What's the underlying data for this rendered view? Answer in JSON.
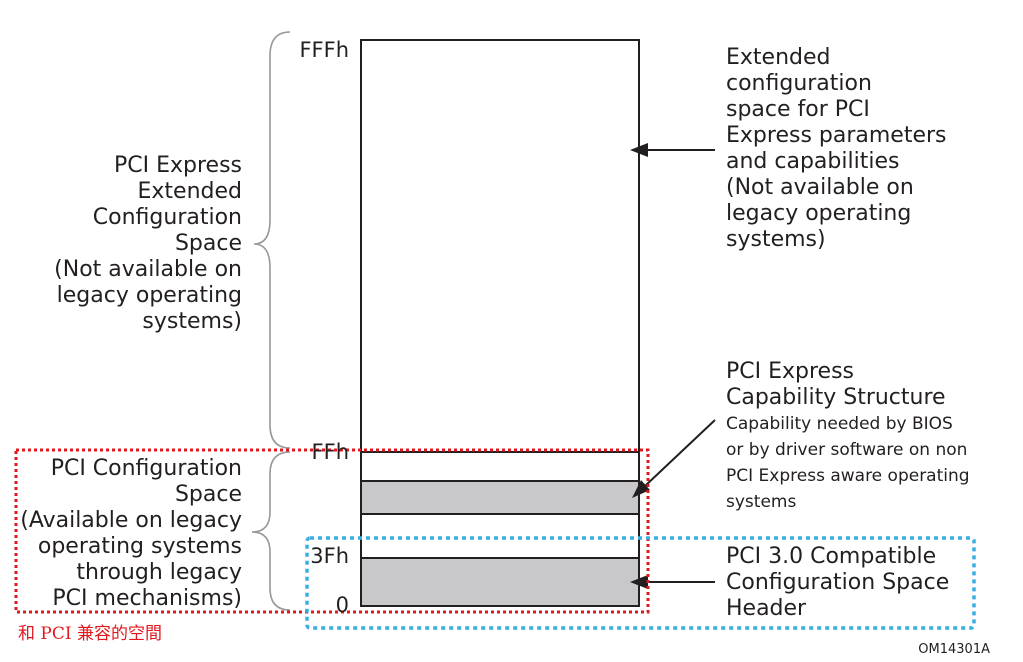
{
  "diagram": {
    "addresses": {
      "fff": "FFFh",
      "ff": "FFh",
      "3f": "3Fh",
      "zero": "0"
    },
    "left": {
      "extended": [
        "PCI Express",
        "Extended",
        "Configuration",
        "Space",
        "(Not available on",
        "legacy operating",
        "systems)"
      ],
      "config": [
        "PCI Configuration",
        "Space",
        "(Available on legacy",
        "operating systems",
        "through legacy",
        "PCI mechanisms)"
      ]
    },
    "right": {
      "extended": [
        "Extended",
        "configuration",
        "space for PCI",
        "Express parameters",
        "and capabilities",
        "(Not available on",
        "legacy operating",
        "systems)"
      ],
      "capability_title": [
        "PCI Express",
        "Capability Structure"
      ],
      "capability_desc": [
        "Capability needed  by BIOS",
        "or by driver software on non",
        "PCI Express aware operating",
        "systems"
      ],
      "header": [
        "PCI 3.0 Compatible",
        "Configuration Space",
        "Header"
      ]
    },
    "note": "和 PCI 兼容的空間",
    "figure_id": "OM14301A",
    "colors": {
      "red_outline": "#e0191e",
      "blue_outline": "#3aaee0",
      "shaded_block": "#c8c8ca",
      "text": "#231f20"
    }
  }
}
